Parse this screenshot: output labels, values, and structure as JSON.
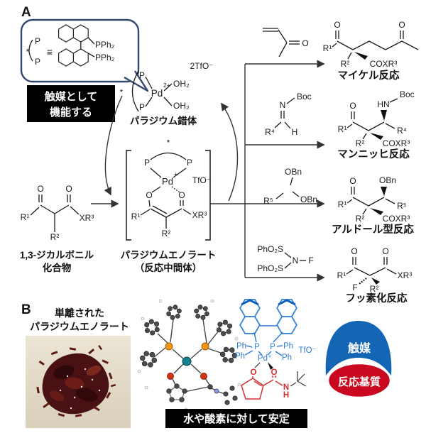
{
  "atoms": {
    "P": "P",
    "Pd": "Pd",
    "PdPlus": "Pd⁺",
    "plus": "+",
    "two_plus": "2+",
    "star": "*",
    "equiv": "≡",
    "O": "O",
    "N": "N",
    "F": "F",
    "H": "H",
    "HN": "HN",
    "R1": "R¹",
    "R2": "R²",
    "R4": "R⁴",
    "R5": "R⁵",
    "XR3": "XR³",
    "COXR3": "COXR³",
    "OH2": "OH₂",
    "TfO": "TfO⁻",
    "two_TfO": "2TfO⁻",
    "PPh2": "PPh₂",
    "PhO2S": "PhO₂S",
    "Boc": "Boc",
    "OBn": "OBn",
    "Ph": "Ph"
  },
  "section_a": {
    "label": "A",
    "catalyst_box": {
      "line1": "触媒として",
      "line2": "機能する"
    },
    "pd_complex_caption": "パラジウム錯体",
    "dicarbonyl_caption": {
      "line1": "1,3-ジカルボニル",
      "line2": "化合物"
    },
    "enolate_caption": {
      "line1": "パラジウムエノラート",
      "line2": "（反応中間体）"
    },
    "reactions": [
      {
        "name": "マイケル反応"
      },
      {
        "name": "マンニッヒ反応"
      },
      {
        "name": "アルドール型反応"
      },
      {
        "name": "フッ素化反応"
      }
    ]
  },
  "section_b": {
    "label": "B",
    "title": {
      "line1": "単離された",
      "line2": "パラジウムエノラート"
    },
    "stability_box": "水や酸素に対して安定",
    "venn": {
      "catalyst": "触媒",
      "substrate": "反応基質"
    }
  },
  "colors": {
    "bubble_border": "#34486e",
    "black_box": "#000000",
    "ligand_blue": "#2f7fd6",
    "ligand_blue_dark": "#0d5cb8",
    "enolate_red": "#d63031",
    "venn_blue": "#1565b5",
    "venn_red": "#c9081f",
    "pd_teal": "#15808e",
    "phosphorus_orange": "#f09310",
    "oxygen_red": "#d63316",
    "crystal_brown": "#4a1115"
  }
}
